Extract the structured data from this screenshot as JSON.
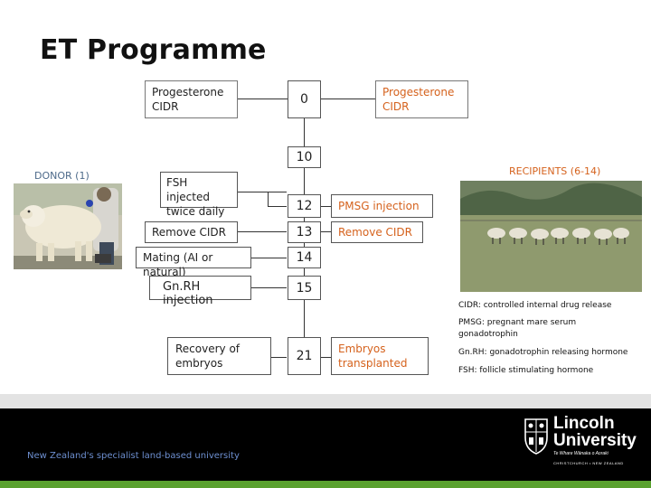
{
  "title": "ET Programme",
  "donor_label": "DONOR (1)",
  "recipients_label": "RECIPIENTS (6-14)",
  "left_boxes": {
    "progesterone": "Progesterone CIDR",
    "fsh": "FSH injected twice daily",
    "remove_cidr": "Remove CIDR",
    "mating": "Mating (AI or natural)",
    "gnrh": "Gn.RH injection",
    "recovery": "Recovery of embryos"
  },
  "day_boxes": [
    "0",
    "10",
    "12",
    "13",
    "14",
    "15",
    "21"
  ],
  "right_boxes": {
    "progesterone": "Progesterone CIDR",
    "pmsg": "PMSG injection",
    "remove_cidr": "Remove CIDR",
    "embryos": "Embryos transplanted"
  },
  "notes": [
    "CIDR: controlled internal drug release",
    "PMSG: pregnant mare serum gonadotrophin",
    "Gn.RH: gonadotrophin releasing hormone",
    "FSH: follicle stimulating hormone"
  ],
  "footer": {
    "tagline": "New Zealand's specialist land-based university",
    "logo_line1": "Lincoln",
    "logo_line2": "University",
    "logo_motto": "Te Whare Wānaka o Aoraki",
    "logo_location": "CHRISTCHURCH • NEW ZEALAND"
  },
  "colors": {
    "accent_orange": "#d5621d",
    "footer_black": "#000000",
    "footer_green": "#5aa12f"
  }
}
